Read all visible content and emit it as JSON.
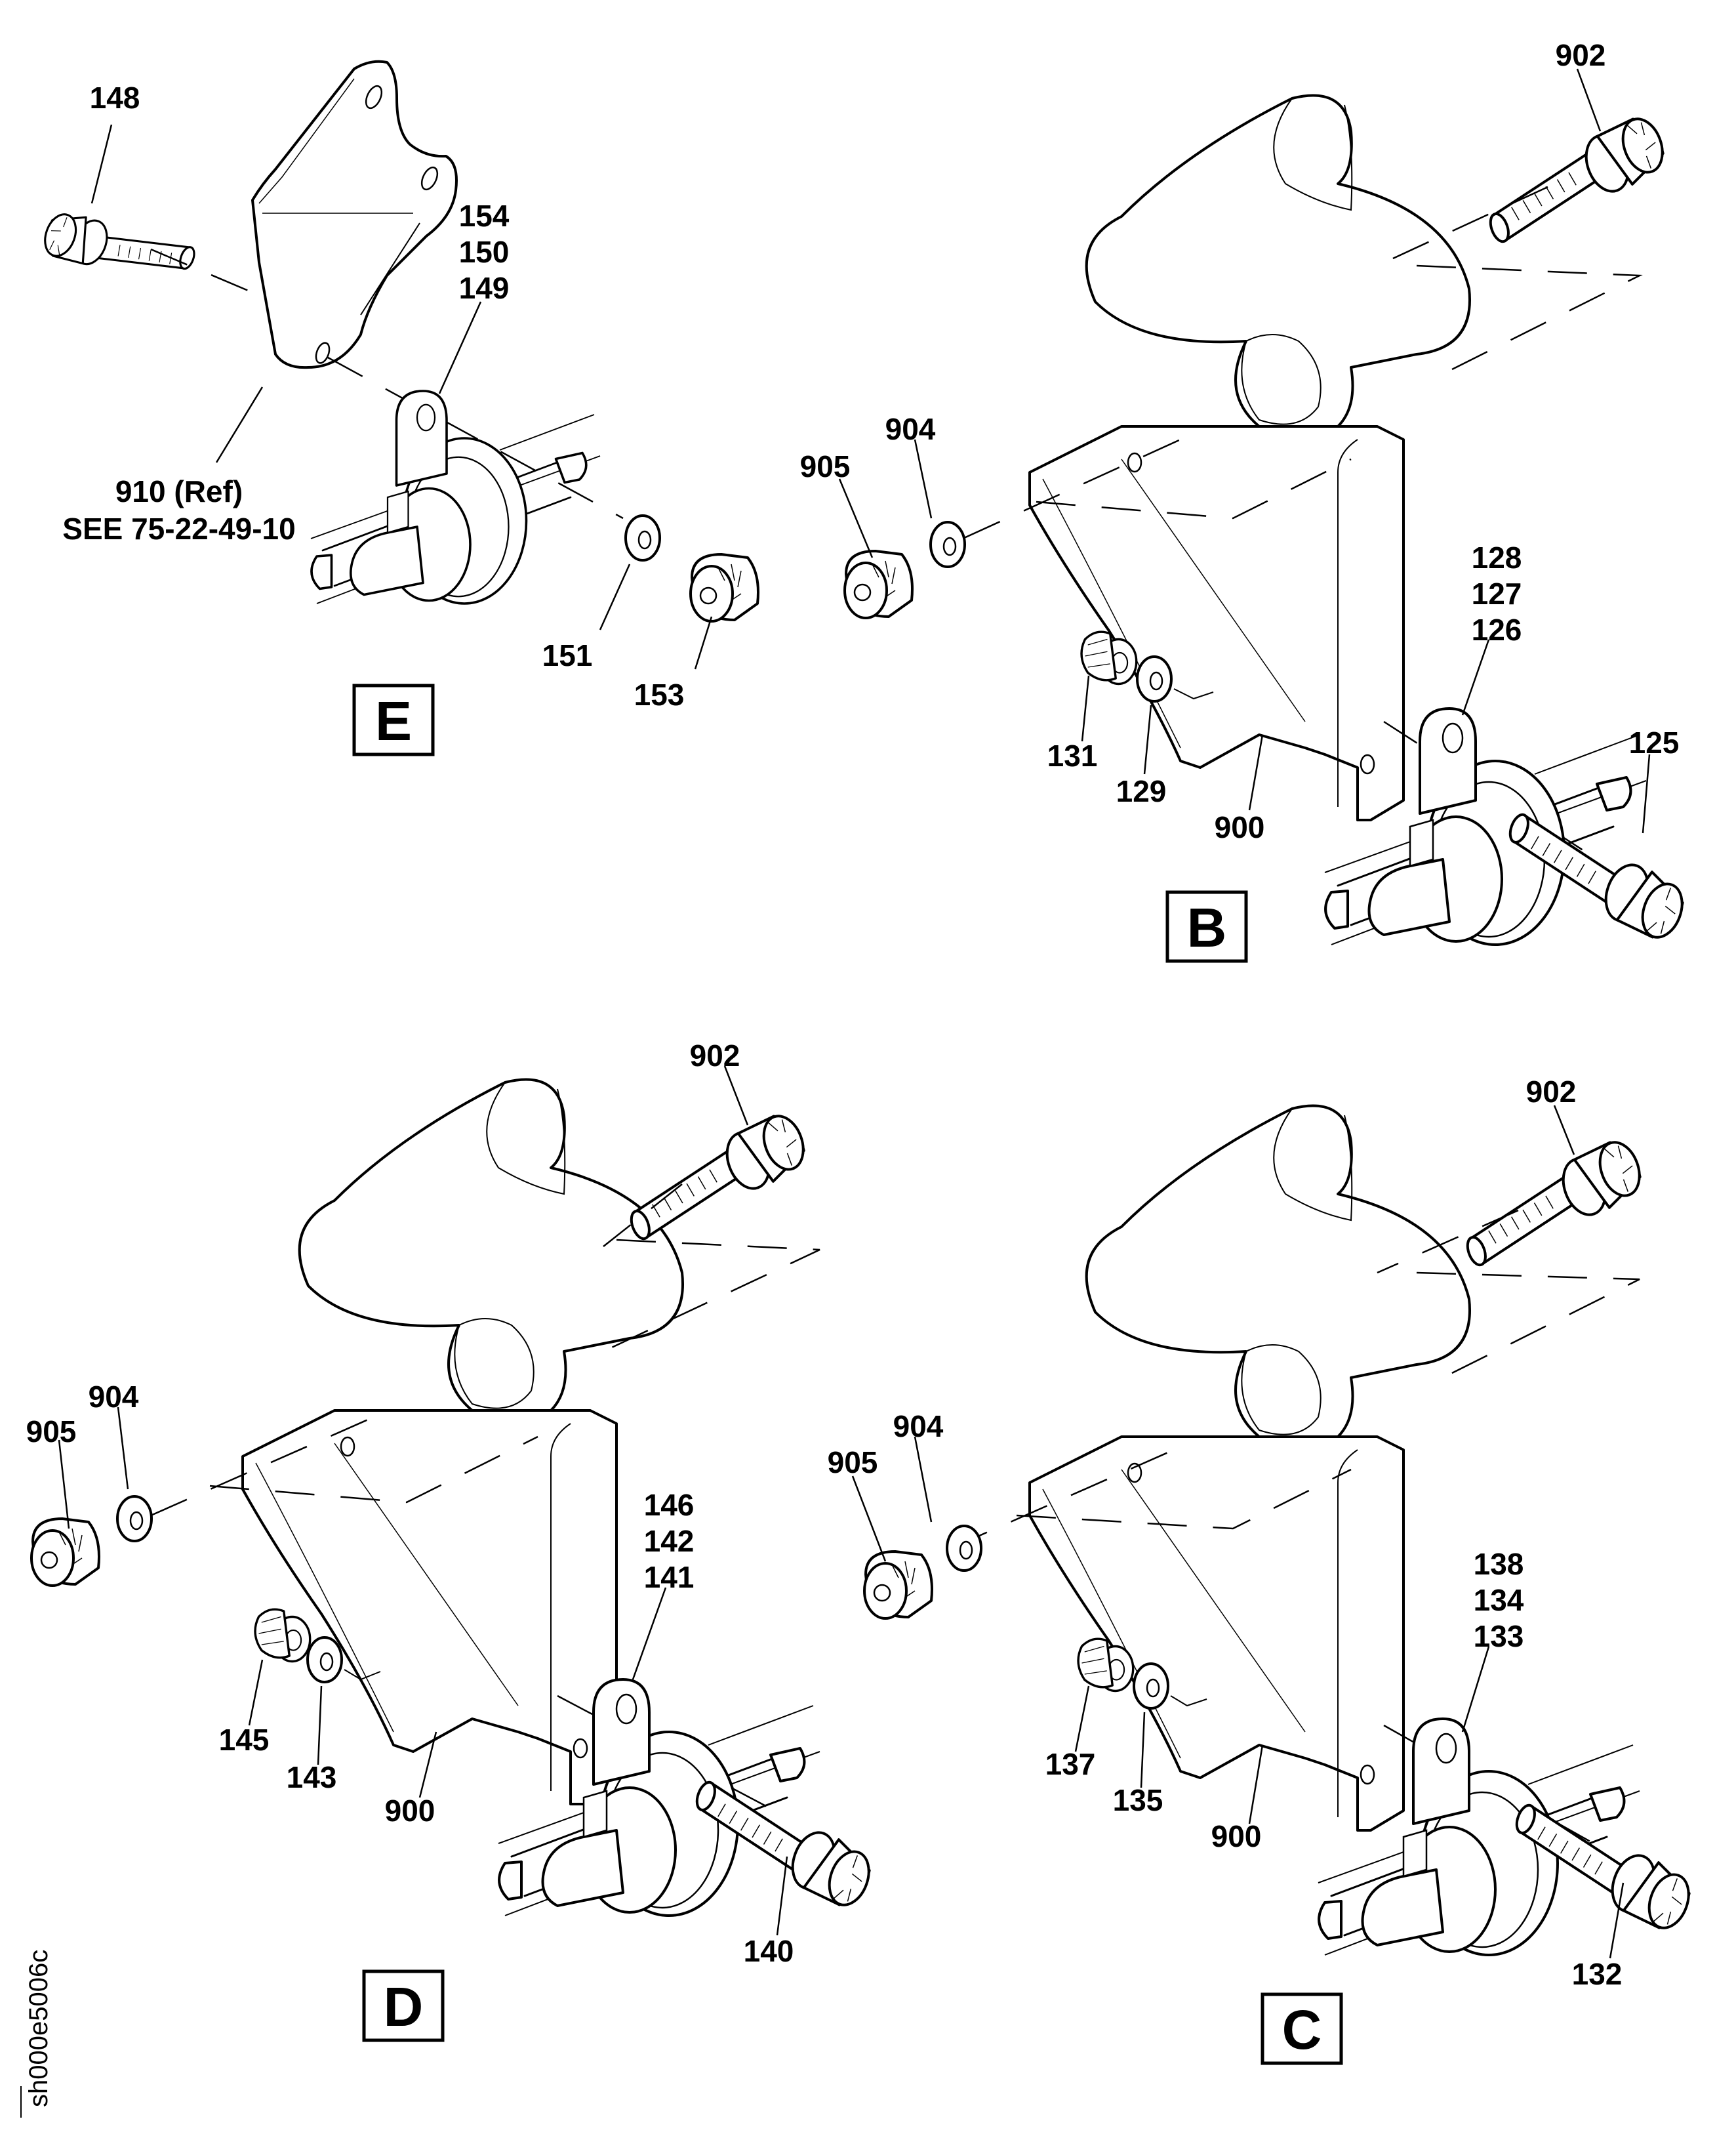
{
  "drawing_code": "sh000e5006c",
  "views": {
    "E": {
      "section_label": "E",
      "callouts": {
        "bolt": "148",
        "clamp_stack": [
          "154",
          "150",
          "149"
        ],
        "plate_ref": "910 (Ref)",
        "plate_see": "SEE 75-22-49-10",
        "washer": "151",
        "nut": "153"
      }
    },
    "B": {
      "section_label": "B",
      "callouts": {
        "bolt_top": "902",
        "washer_left": "904",
        "nut_left": "905",
        "clamp_stack": [
          "128",
          "127",
          "126"
        ],
        "nut_lower": "131",
        "washer_lower": "129",
        "bracket": "900",
        "bolt_clamp": "125"
      }
    },
    "D": {
      "section_label": "D",
      "callouts": {
        "bolt_top": "902",
        "washer_left": "904",
        "nut_left": "905",
        "clamp_stack": [
          "146",
          "142",
          "141"
        ],
        "nut_lower": "145",
        "washer_lower": "143",
        "bracket": "900",
        "bolt_clamp": "140"
      }
    },
    "C": {
      "section_label": "C",
      "callouts": {
        "bolt_top": "902",
        "washer_left": "904",
        "nut_left": "905",
        "clamp_stack": [
          "138",
          "134",
          "133"
        ],
        "nut_lower": "137",
        "washer_lower": "135",
        "bracket": "900",
        "bolt_clamp": "132"
      }
    }
  }
}
